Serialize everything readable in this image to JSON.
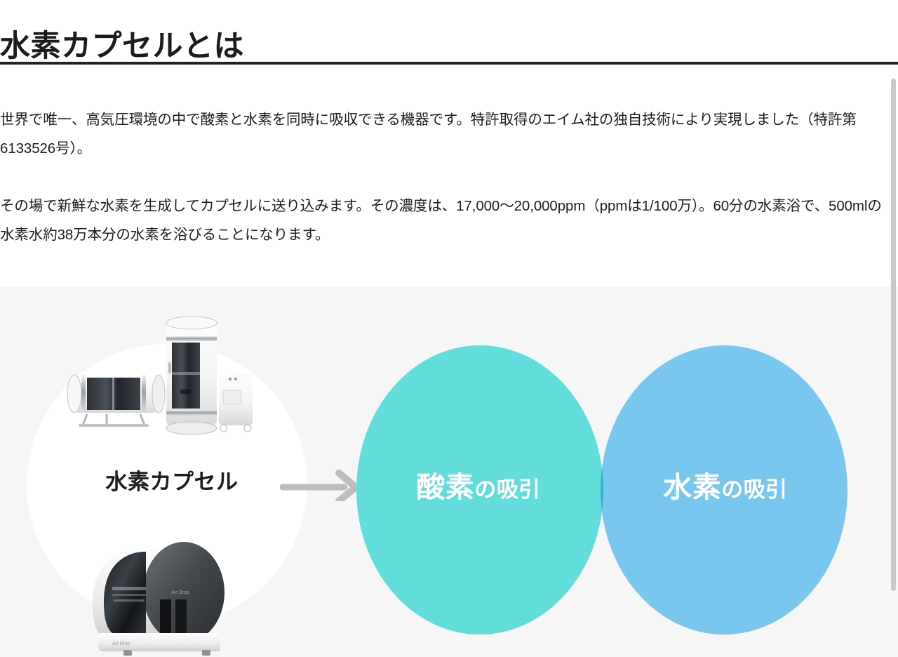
{
  "header": {
    "title": "水素カプセルとは",
    "rule_color": "#222222"
  },
  "body": {
    "paragraphs": [
      "世界で唯一、高気圧環境の中で酸素と水素を同時に吸収できる機器です。特許取得のエイム社の独自技術により実現しました（特許第6133526号）。",
      "その場で新鮮な水素を生成してカプセルに送り込みます。その濃度は、17,000〜20,000ppm（ppmは1/100万）。60分の水素浴で、500mlの水素水約38万本分の水素を浴びることになります。"
    ]
  },
  "illustration": {
    "background_color": "#f6f6f6",
    "capsule_label": "水素カプセル",
    "arrow_color": "#bdbdbd",
    "arrow_name": "right-arrow-icon",
    "product_photo_top_alt": "水素カプセル製品写真（横型カプセル・縦型カプセル・発生装置）",
    "product_photo_bottom_alt": "水素カプセル製品写真（ドーム型チャンバー）",
    "venn": {
      "left": {
        "main": "酸素",
        "sub": "の吸引",
        "color": "#63dcdc"
      },
      "right": {
        "main": "水素",
        "sub": "の吸引",
        "color": "#7dcef7"
      },
      "overlap_color": "#4fc3ee"
    }
  },
  "scrollbar": {
    "thumb_color": "#c9c9c9"
  }
}
